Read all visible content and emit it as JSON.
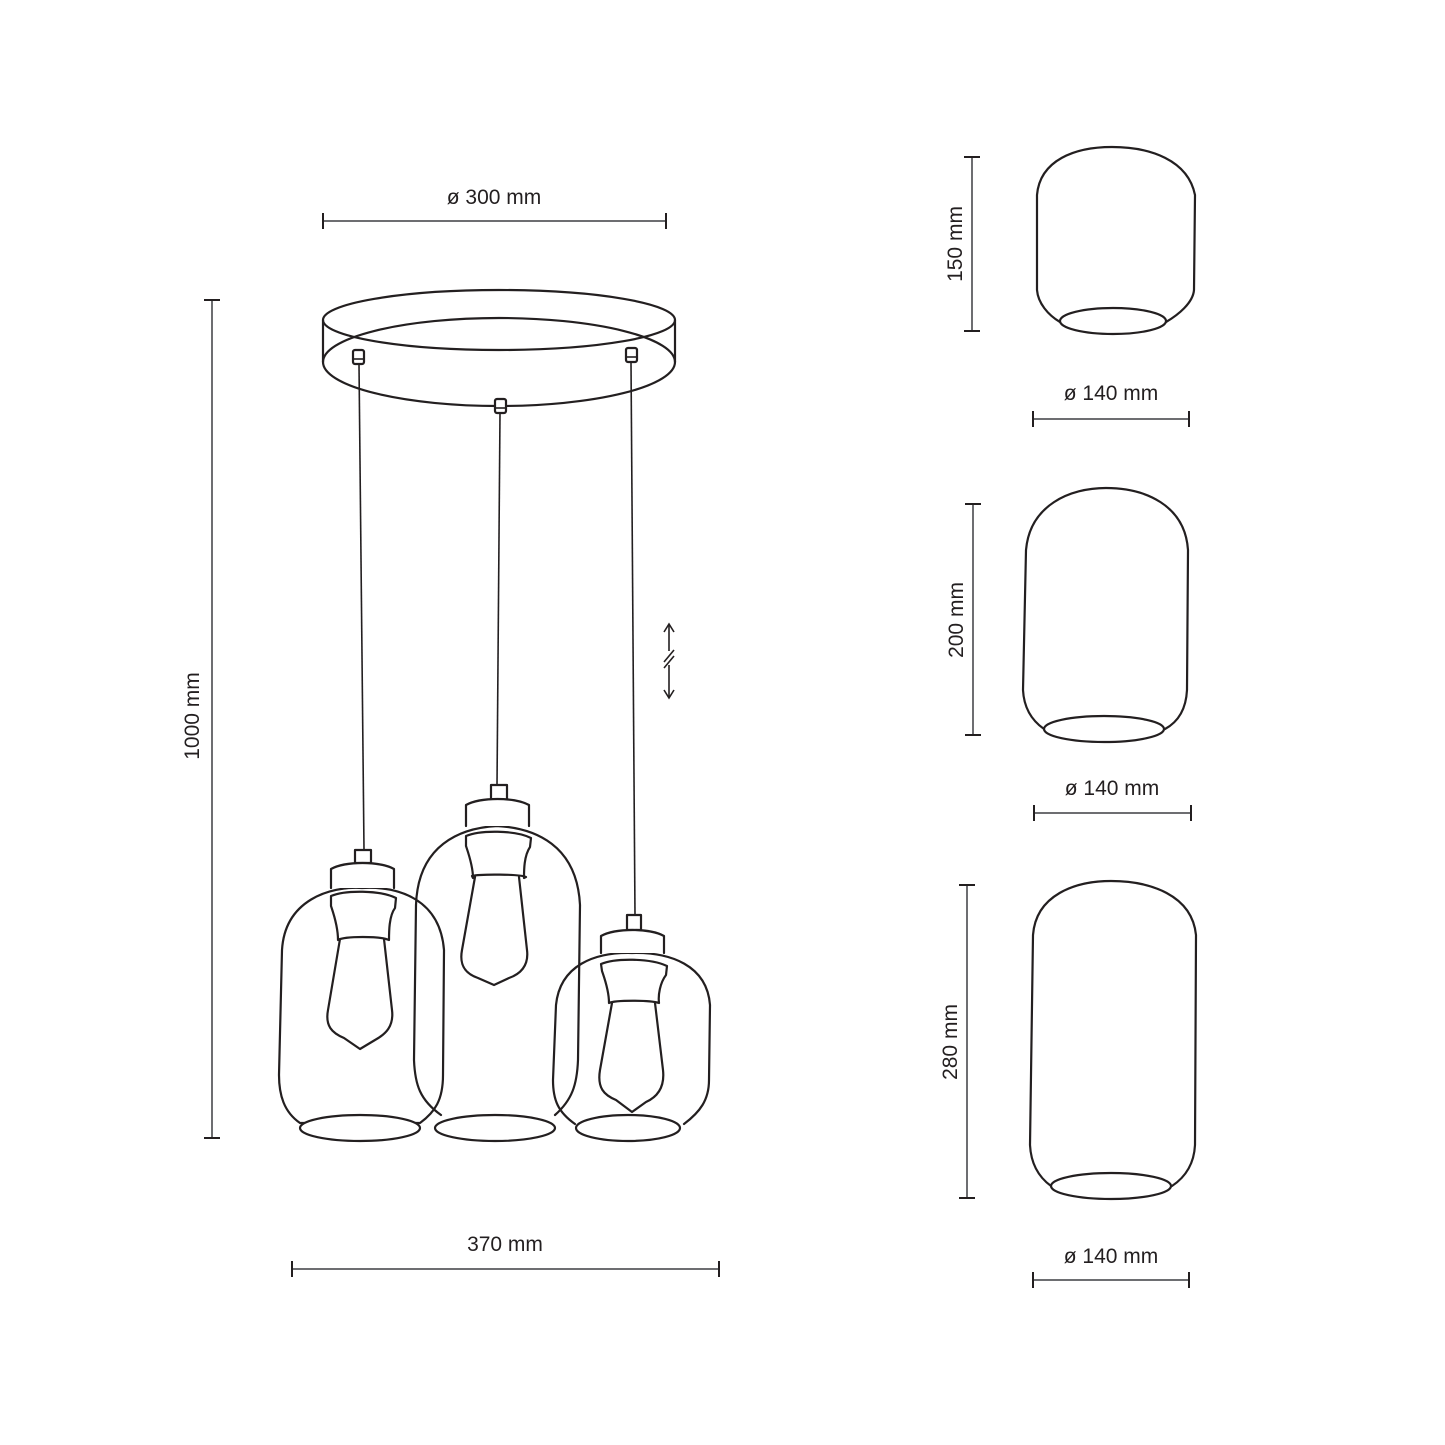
{
  "main_assembly": {
    "canopy_diameter_label": "ø 300 mm",
    "total_height_label": "1000 mm",
    "total_width_label": "370 mm",
    "adjustable_cable_symbol": "adjustable-length-arrow"
  },
  "shades": [
    {
      "height_label": "150 mm",
      "diameter_label": "ø 140 mm"
    },
    {
      "height_label": "200 mm",
      "diameter_label": "ø 140 mm"
    },
    {
      "height_label": "280 mm",
      "diameter_label": "ø 140 mm"
    }
  ],
  "colors": {
    "line": "#231f20",
    "dimension_line": "#6d6e71",
    "background": "#ffffff"
  }
}
